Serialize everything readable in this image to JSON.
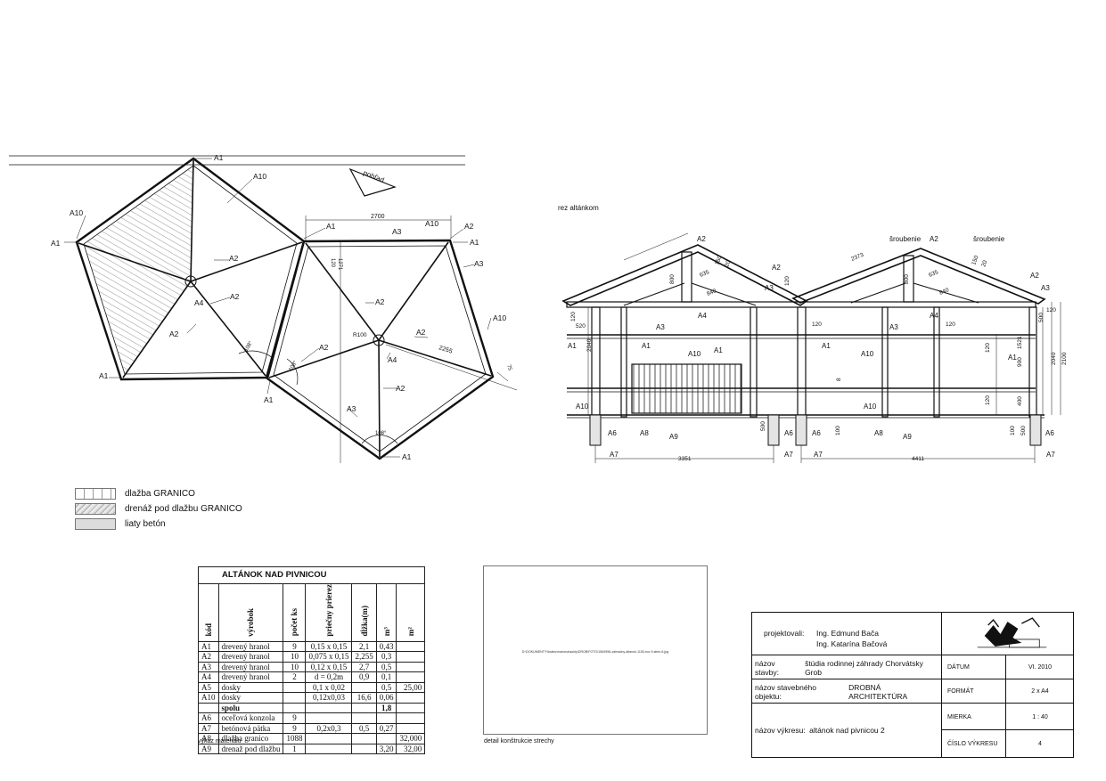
{
  "plan": {
    "labels": {
      "pohlad": "pohľad",
      "a1": "A1",
      "a2": "A2",
      "a3": "A3",
      "a4": "A4",
      "a10": "A10",
      "dim_2700": "2700",
      "dim_2255": "2255",
      "dim_1271": "1271",
      "dim_120": "120",
      "dim_75": "75",
      "r100": "R100",
      "angle_108": "108°"
    }
  },
  "section": {
    "title": "rez altánkom",
    "labels": {
      "a1": "A1",
      "a2": "A2",
      "a3": "A3",
      "a4": "A4",
      "a6": "A6",
      "a7": "A7",
      "a8": "A8",
      "a9": "A9",
      "a10": "A10",
      "sroubenie": "šroubenie",
      "d2373": "2373",
      "d635": "635",
      "d840": "840",
      "d150": "150",
      "d20": "20",
      "d800": "800",
      "d120": "120",
      "d520": "520",
      "d2040": "2040",
      "d500": "500",
      "d1521": "1521",
      "d900": "900",
      "d2100": "2100",
      "d400": "400",
      "d100": "100",
      "d3351": "3351",
      "d4411": "4411",
      "d8": "8"
    }
  },
  "legend": [
    {
      "label": "dlažba  GRANICO"
    },
    {
      "label": "drenáž pod dlažbu  GRANICO"
    },
    {
      "label": "liaty betón"
    }
  ],
  "material_table": {
    "title": "ALTÁNOK NAD PIVNICOU",
    "headers": [
      "kód",
      "výrobok",
      "počet ks",
      "priečny prierez",
      "dĺžka(m)",
      "m³",
      "m²"
    ],
    "rows": [
      [
        "A1",
        "drevený hranol",
        "9",
        "0,15 x 0,15",
        "2,1",
        "0,43",
        ""
      ],
      [
        "A2",
        "drevený hranol",
        "10",
        "0,075 x 0,15",
        "2,255",
        "0,3",
        ""
      ],
      [
        "A3",
        "drevený hranol",
        "10",
        "0,12 x 0,15",
        "2,7",
        "0,5",
        ""
      ],
      [
        "A4",
        "drevený hranol",
        "2",
        "d = 0,2m",
        "0,9",
        "0,1",
        ""
      ],
      [
        "A5",
        "dosky",
        "",
        "0,1 x 0,02",
        "",
        "0,5",
        "25,00"
      ],
      [
        "A10",
        "dosky",
        "",
        "0,12x0,03",
        "16,6",
        "0,06",
        ""
      ],
      [
        "",
        "spolu",
        "",
        "",
        "",
        "1,8",
        ""
      ],
      [
        "A6",
        "oceľová konzola",
        "9",
        "",
        "",
        "",
        ""
      ],
      [
        "A7",
        "betónová pätka",
        "9",
        "0,2x0,3",
        "0,5",
        "0,27",
        ""
      ],
      [
        "A8",
        "dlažba granico",
        "1088",
        "",
        "",
        "",
        "32,000"
      ],
      [
        "A9",
        "drenaž pod dlažbu",
        "1",
        "",
        "",
        "3,20",
        "32,00"
      ]
    ],
    "caption": "výkaz materiálu"
  },
  "detail": {
    "path_text": "D:\\DOKUMENTY\\\\krabu\\mariona\\aukty\\DROB\\FOTO\\1564996-zahradny-altanok-1150-eur-9-stien-6.jpg",
    "caption": "detail konštrukcie strechy"
  },
  "title_block": {
    "projektovali_label": "projektovali:",
    "author_1": "Ing. Edmund Bača",
    "author_2": "Ing. Katarína Bačová",
    "stavba_label": "názov stavby:",
    "stavba_value": "štúdia rodinnej záhrady Chorvátsky Grob",
    "objekt_label": "názov stavebného objektu:",
    "objekt_value": "DROBNÁ ARCHITEKTÚRA",
    "vykres_label": "názov výkresu:",
    "vykres_value": "altánok nad pivnicou 2",
    "datum_label": "DÁTUM",
    "datum_value": "VI. 2010",
    "format_label": "FORMÁT",
    "format_value": "2 x A4",
    "mierka_label": "MIERKA",
    "mierka_value": "1 : 40",
    "cislo_label": "ČÍSLO VÝKRESU",
    "cislo_value": "4"
  }
}
